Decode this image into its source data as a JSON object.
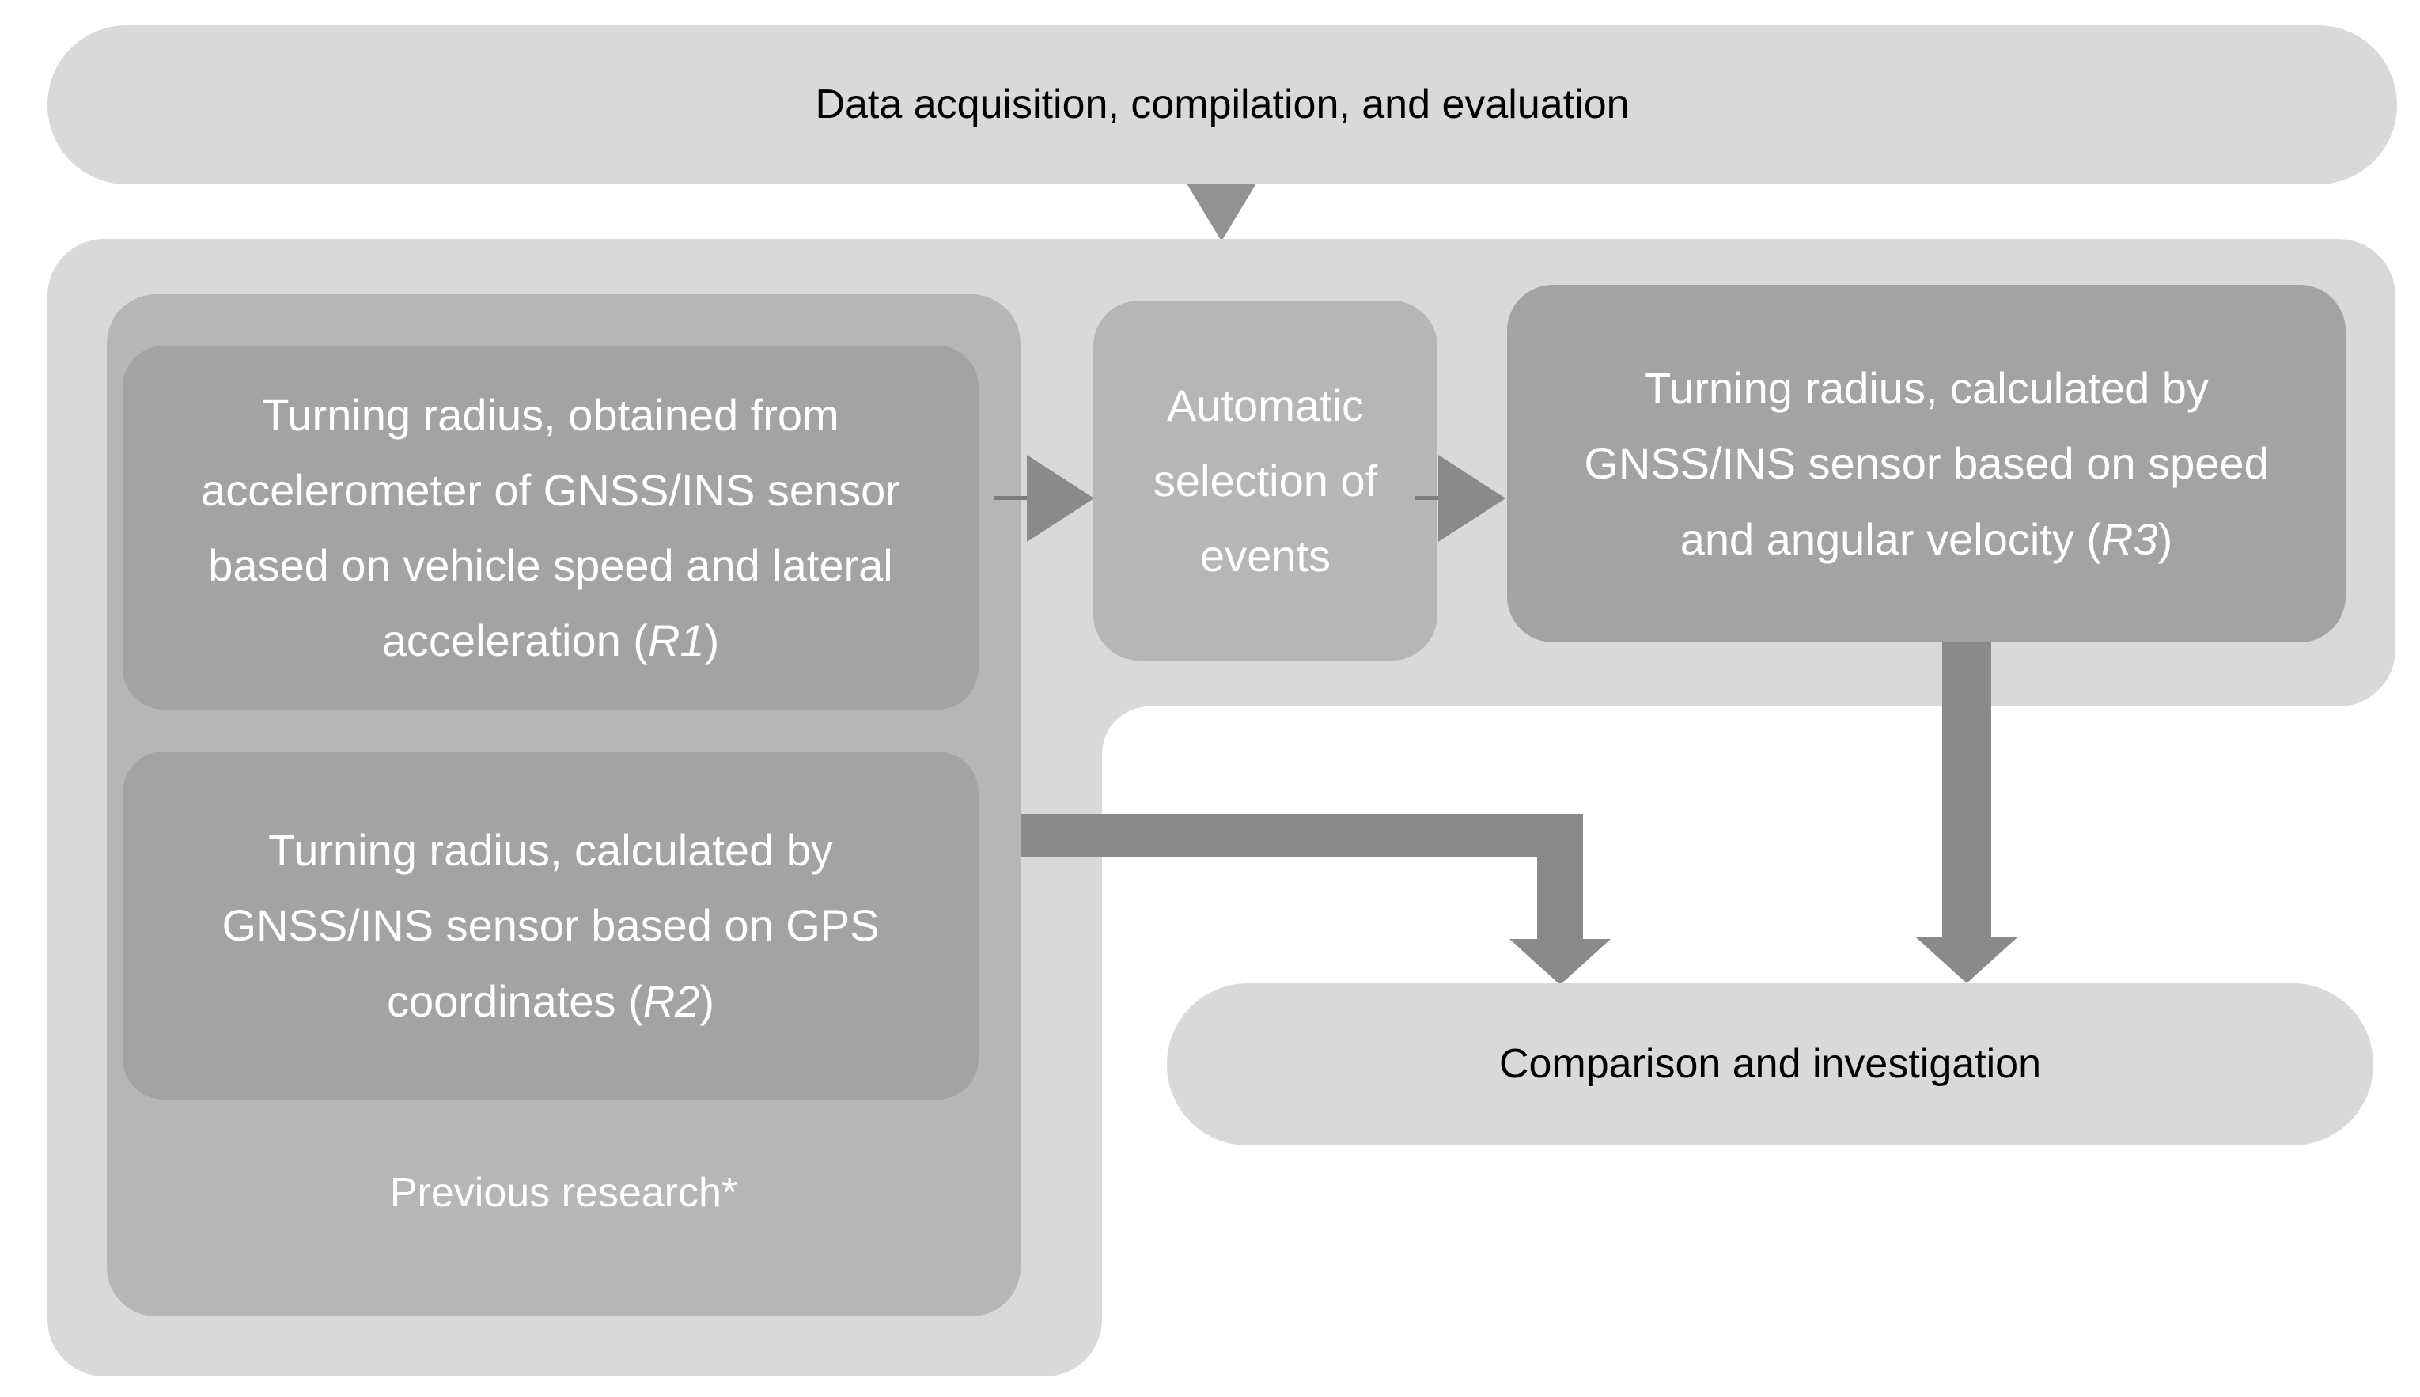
{
  "figure": {
    "top_box": {
      "label": "Data acquisition, compilation, and evaluation"
    },
    "previous_research": {
      "label": "Previous research*",
      "r1": {
        "lines": [
          "Turning radius, obtained from",
          "accelerometer of GNSS/INS sensor",
          "based on vehicle speed and lateral",
          "acceleration (*R1*)"
        ]
      },
      "r2": {
        "lines": [
          "Turning radius, calculated by",
          "GNSS/INS sensor based on GPS",
          "coordinates (*R2*)"
        ]
      }
    },
    "auto_selection": {
      "lines": [
        "Automatic",
        "selection of",
        "events"
      ]
    },
    "r3": {
      "lines": [
        "Turning radius, calculated by",
        "GNSS/INS sensor based on speed",
        "and angular velocity (*R3*)"
      ]
    },
    "comparison": {
      "label": "Comparison and investigation"
    },
    "icons": {
      "flow_down_triangle": "triangle-down",
      "connector_right_triangle": "triangle-right",
      "elbow_down_arrow": "arrow-elbow-down",
      "straight_down_arrow": "arrow-down"
    },
    "colors": {
      "background": "#ffffff",
      "light_gray": "#d9d9d9",
      "mid_gray": "#b6b6b6",
      "box_gray": "#a3a3a3",
      "arrow_gray": "#8a8a8a",
      "flow_triangle_gray": "#929292",
      "connector_line_gray": "#7d7d7d",
      "text_light": "#ffffff",
      "text_dark": "#000000"
    }
  }
}
